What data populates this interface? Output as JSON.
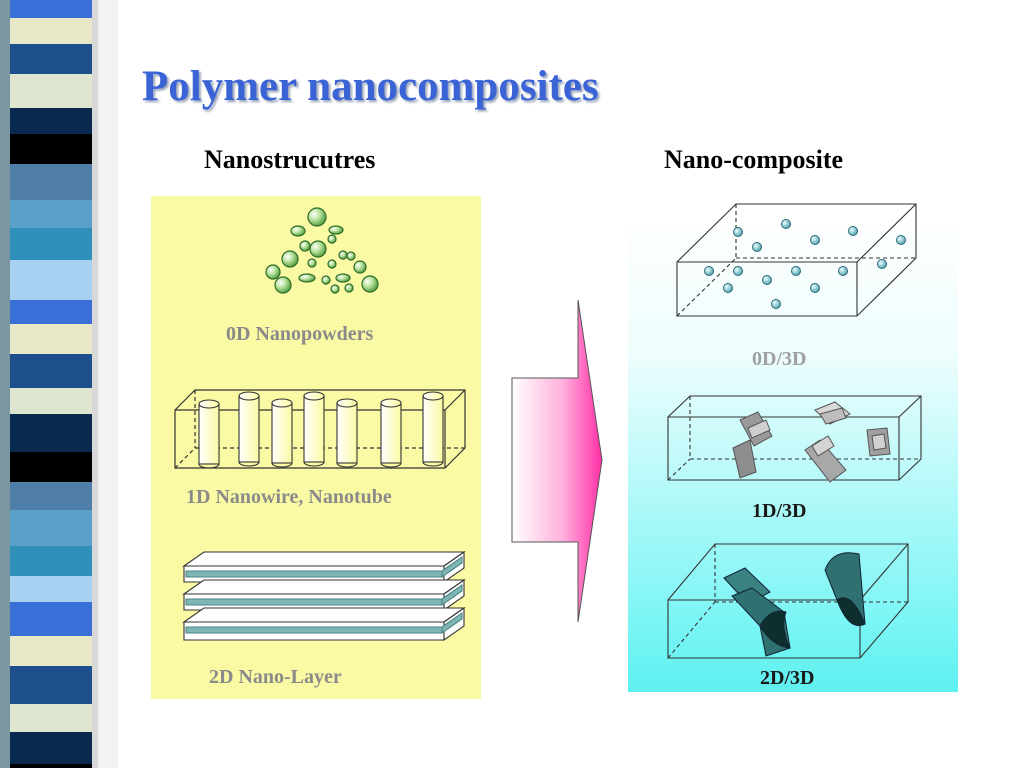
{
  "title": "Polymer nanocomposites",
  "left_heading": "Nanostrucutres",
  "right_heading": "Nano-composite",
  "left_items": [
    {
      "label": "0D Nanopowders"
    },
    {
      "label": "1D Nanowire, Nanotube"
    },
    {
      "label": "2D Nano-Layer"
    }
  ],
  "right_items": [
    {
      "label": "0D/3D"
    },
    {
      "label": "1D/3D"
    },
    {
      "label": "2D/3D"
    }
  ],
  "colors": {
    "title": "#3a63d6",
    "left_panel": "#fafaa4",
    "right_panel_bottom": "#5ef0f0",
    "arrow_pink": "#ff2fa8",
    "sphere_green": "#8fcf6a",
    "sphere_cyan": "#5fb4c0",
    "layer_teal": "#7fb5b5",
    "sheet_dark": "#2f7070"
  }
}
